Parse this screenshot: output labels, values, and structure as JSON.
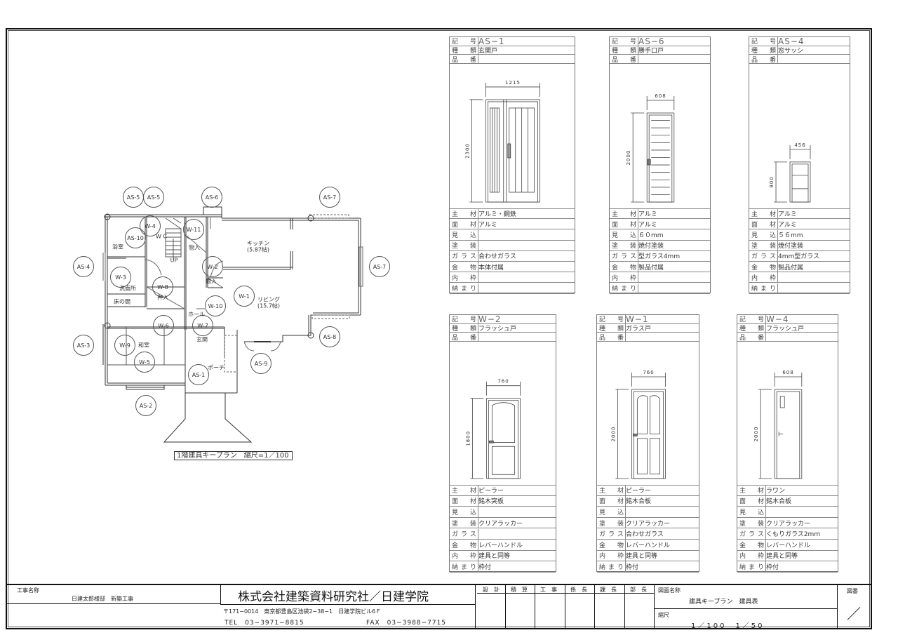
{
  "schedule_labels": {
    "header": [
      "記　号",
      "種　類",
      "品　番"
    ],
    "spec": [
      "主　材",
      "面　材",
      "見　込",
      "塗　装",
      "ガラス",
      "金　物",
      "内　枠",
      "納まり"
    ]
  },
  "schedules": [
    {
      "symbol": "AS−1",
      "type": "玄関戸",
      "part_no": "",
      "width": "1215",
      "height": "2300",
      "style": "entrance",
      "specs": [
        "アルミ・鋼鉄",
        "アルミ",
        "",
        "",
        "合わせガラス",
        "本体付属",
        "",
        ""
      ]
    },
    {
      "symbol": "AS−6",
      "type": "勝手口戸",
      "part_no": "",
      "width": "608",
      "height": "2000",
      "style": "louver",
      "specs": [
        "アルミ",
        "アルミ",
        "６０mm",
        "焼付塗装",
        "型ガラス4mm",
        "製品付属",
        "",
        ""
      ]
    },
    {
      "symbol": "AS−4",
      "type": "窓サッシ",
      "part_no": "",
      "width": "456",
      "height": "900",
      "style": "window",
      "specs": [
        "アルミ",
        "アルミ",
        "５６mm",
        "焼付塗装",
        "4mm型ガラス",
        "製品付属",
        "",
        ""
      ]
    },
    {
      "symbol": "W−2",
      "type": "フラッシュ戸",
      "part_no": "",
      "width": "760",
      "height": "1800",
      "style": "arched",
      "specs": [
        "ピーラー",
        "銘木突板",
        "",
        "クリアラッカー",
        "",
        "レバーハンドル",
        "建具と同等",
        "枠付"
      ]
    },
    {
      "symbol": "W−1",
      "type": "ガラス戸",
      "part_no": "",
      "width": "760",
      "height": "2000",
      "style": "glass",
      "specs": [
        "ピーラー",
        "銘木合板",
        "",
        "クリアラッカー",
        "合わせガラス",
        "レバーハンドル",
        "建具と同等",
        "枠付"
      ]
    },
    {
      "symbol": "W−4",
      "type": "フラッシュ戸",
      "part_no": "",
      "width": "608",
      "height": "2000",
      "style": "flush",
      "specs": [
        "ラワン",
        "銘木合板",
        "",
        "クリアラッカー",
        "くもりガラス2mm",
        "レバーハンドル",
        "建具と同等",
        "枠付"
      ]
    }
  ],
  "key_plan": {
    "tags": [
      "AS-5",
      "AS-5",
      "AS-6",
      "AS-7",
      "AS-10",
      "W-4",
      "W-11",
      "AS-4",
      "W-2",
      "AS-7",
      "W-3",
      "W-8",
      "W-1",
      "W-10",
      "W-6",
      "W-7",
      "AS-3",
      "W-9",
      "AS-8",
      "W-5",
      "AS-9",
      "AS-1",
      "AS-2"
    ],
    "rooms": [
      "浴室",
      "W C",
      "物入",
      "UP",
      "洗面所",
      "物入",
      "押入",
      "床の間",
      "ホール",
      "キッチン",
      "(5.87帖)",
      "リビング",
      "(15.7帖)",
      "玄関",
      "和室",
      "ポーチ"
    ],
    "caption": "1階建具キープラン　縮尺=1／100"
  },
  "title_block": {
    "project_label": "工事名称",
    "project_name": "日建太郎様邸　新築工事",
    "company": "株式会社建築資料研究社／日建学院",
    "address": "〒171−0014　東京都豊島区池袋2−38−1　日建学院ビル6Ｆ",
    "tel": "TEL　03−3971−8815",
    "fax": "FAX　03−3988−7715",
    "approvals": [
      "設　計",
      "積　算",
      "工　事",
      "係　長",
      "課　長",
      "部　長"
    ],
    "drawing_name_label": "図面名称",
    "drawing_name": "建具キープラン　建具表",
    "scale_label": "縮尺",
    "scale": "1／100　1／50",
    "drawing_no_label": "図番",
    "drawing_no": "／"
  }
}
